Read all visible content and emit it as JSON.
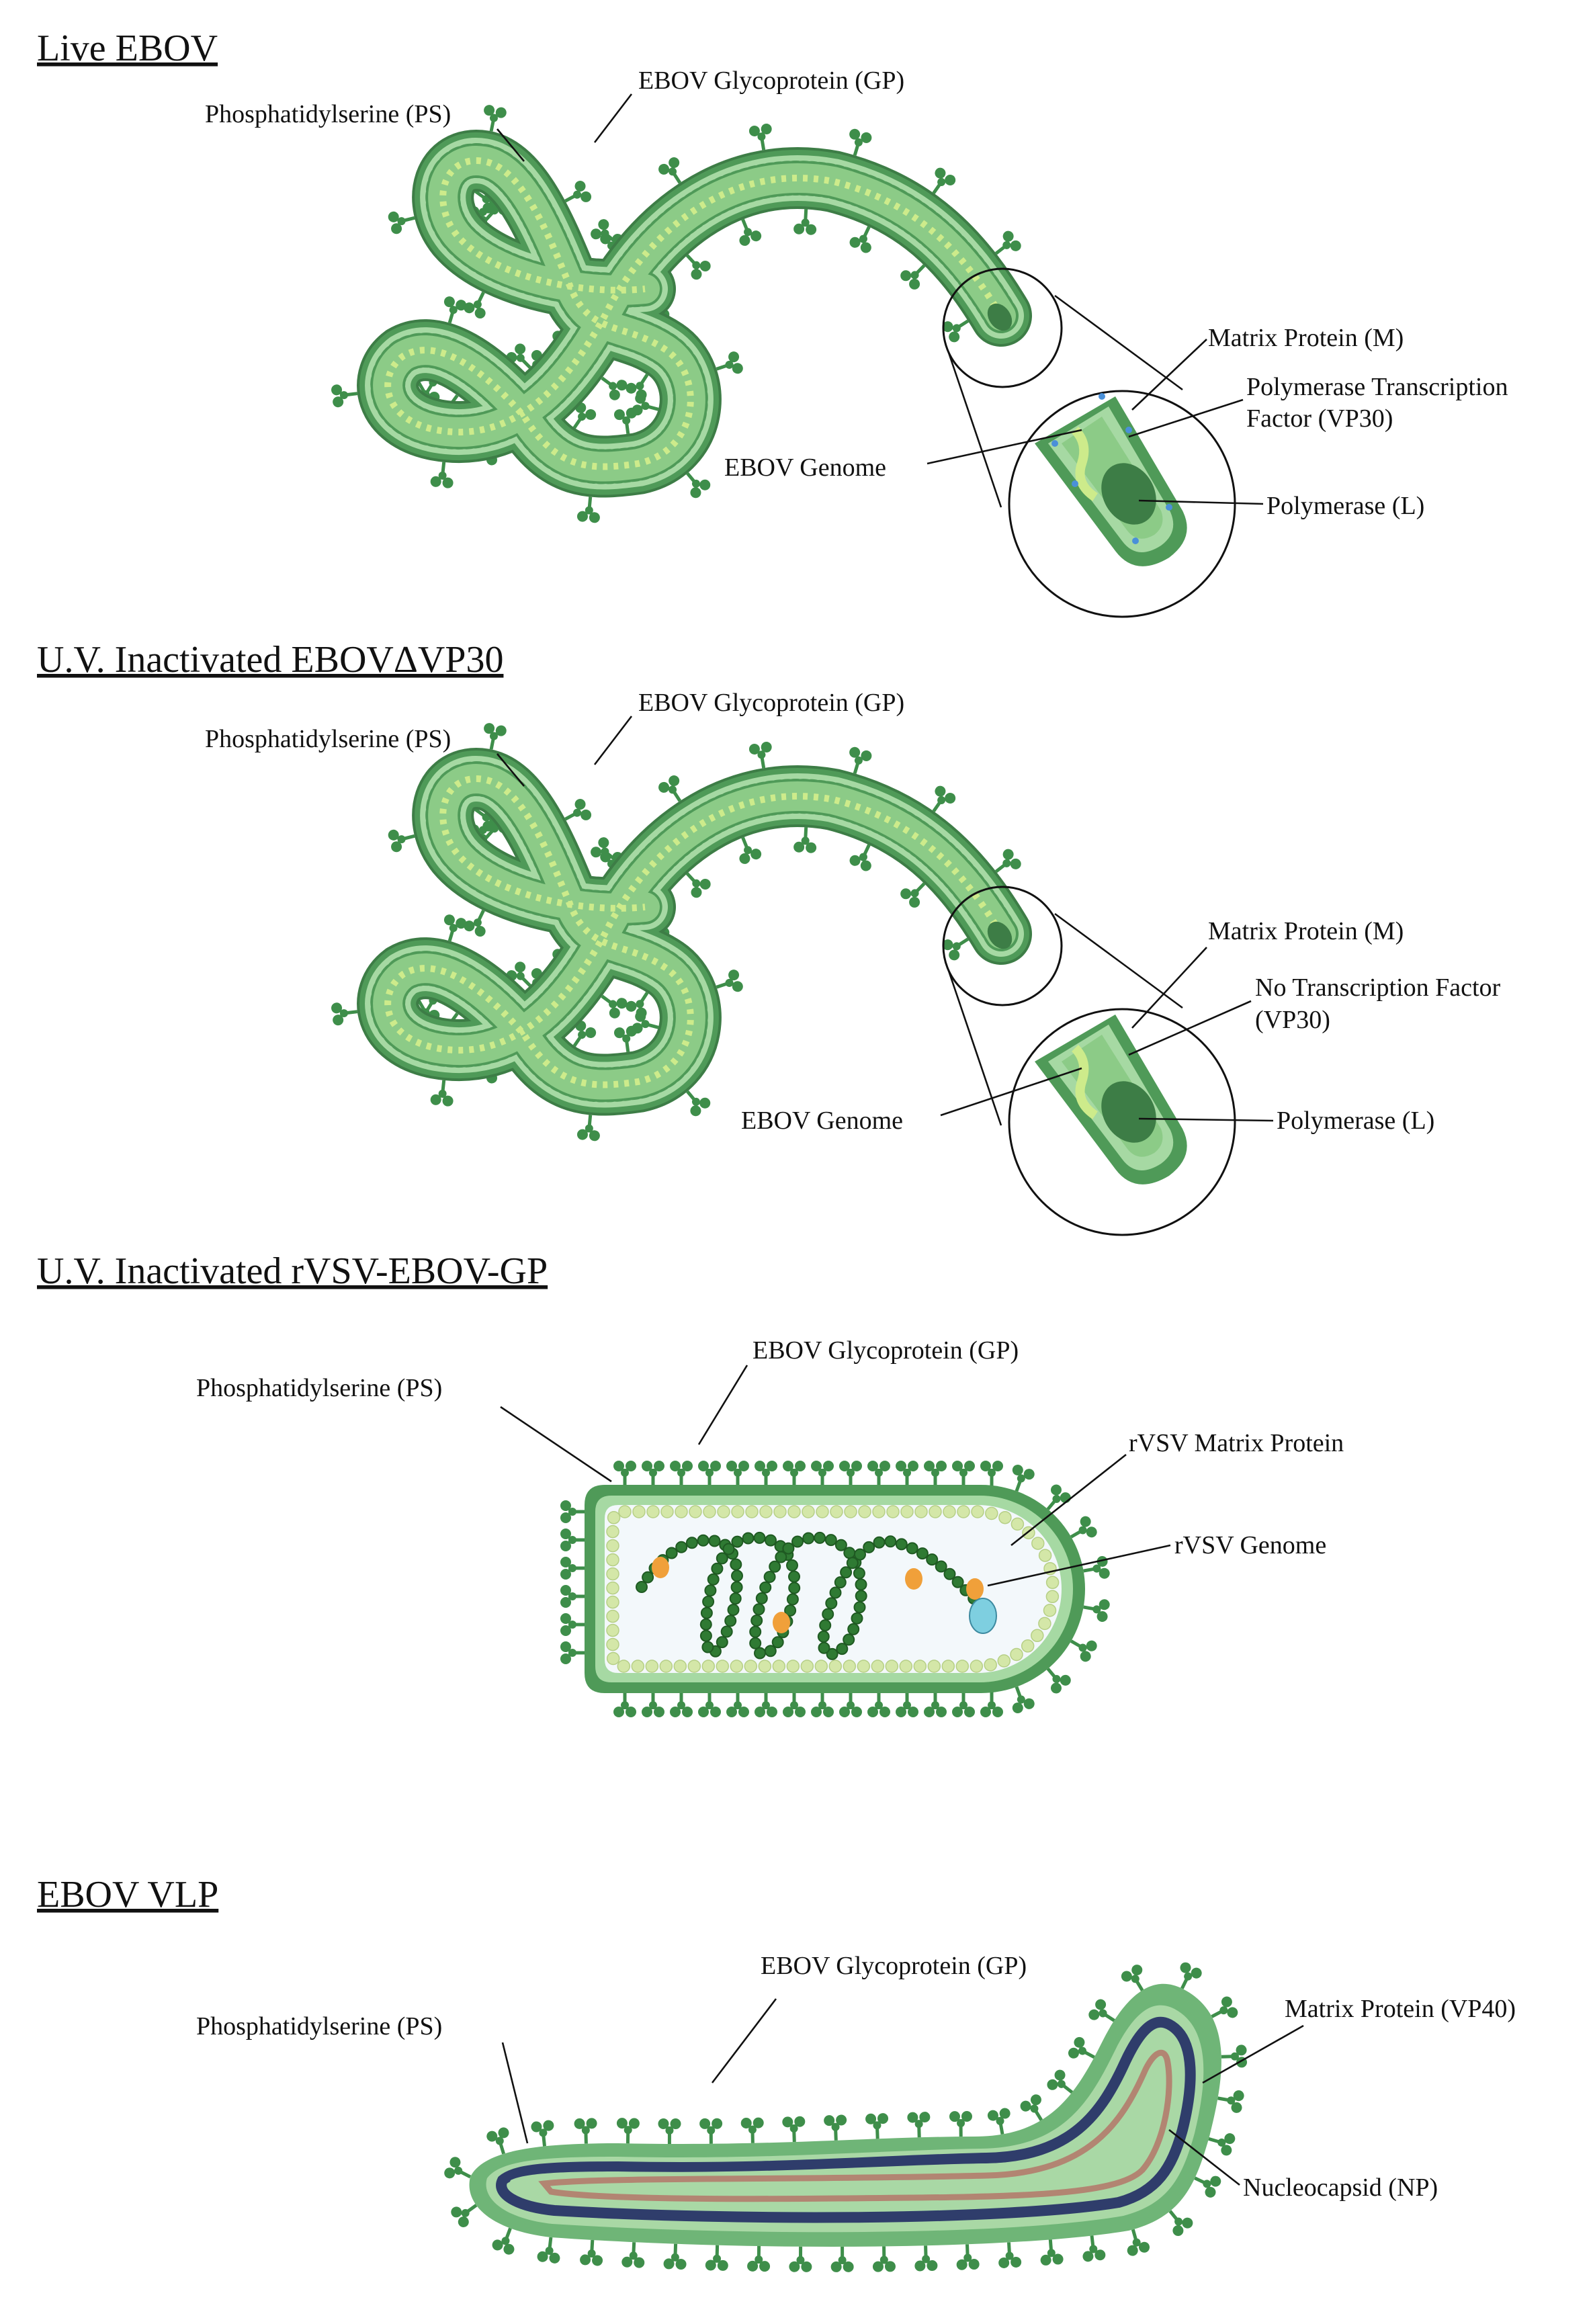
{
  "colors": {
    "membrane": "#4f9a58",
    "membrane_dark": "#3d7d46",
    "envelope_light": "#a6d9a3",
    "interior": "#8ccb87",
    "genome_bead": "#cdeb8b",
    "gp_spike": "#3e8e4a",
    "rvsv_interior": "#f3f8fb",
    "rvsv_matrix_bead": "#d4e7a8",
    "rvsv_genome_bead": "#2f7a33",
    "rvsv_orange": "#f0a03a",
    "rvsv_cyan": "#7ecfe0",
    "vlp_nucleocapsid": "#2f3d6b",
    "vlp_np_line": "#b28572",
    "vp30_dot": "#4a90d9"
  },
  "panels": [
    {
      "heading": "Live EBOV ",
      "labels": {
        "ps": "Phosphatidylserine (PS)",
        "gp": "EBOV Glycoprotein (GP)",
        "matrix": "Matrix Protein (M)",
        "vp30_line1": "Polymerase Transcription",
        "vp30_line2": "Factor (VP30)",
        "genome": "EBOV Genome",
        "polymerase": "Polymerase (L)"
      }
    },
    {
      "heading": "U.V. Inactivated EBOVΔVP30",
      "labels": {
        "ps": "Phosphatidylserine (PS)",
        "gp": "EBOV Glycoprotein (GP)",
        "matrix": "Matrix Protein (M)",
        "vp30_line1": "No Transcription Factor",
        "vp30_line2": "(VP30)",
        "genome": "EBOV Genome",
        "polymerase": "Polymerase (L)"
      }
    },
    {
      "heading": "U.V. Inactivated rVSV-EBOV-GP",
      "labels": {
        "ps": "Phosphatidylserine (PS)",
        "gp": "EBOV Glycoprotein (GP)",
        "matrix": "rVSV Matrix Protein",
        "genome": "rVSV Genome"
      }
    },
    {
      "heading": "EBOV VLP",
      "labels": {
        "ps": "Phosphatidylserine (PS)",
        "gp": "EBOV Glycoprotein (GP)",
        "matrix": "Matrix Protein (VP40)",
        "nucleocapsid": "Nucleocapsid (NP)"
      }
    }
  ]
}
